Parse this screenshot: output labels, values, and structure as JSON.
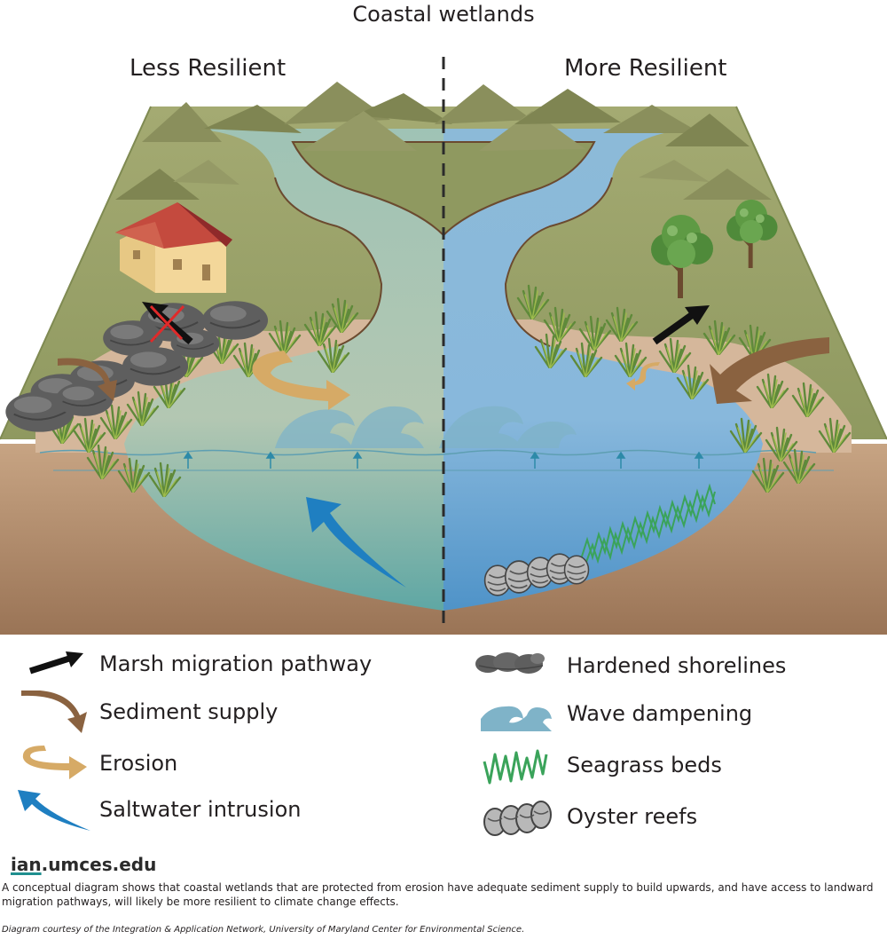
{
  "title": "Coastal wetlands",
  "panels": {
    "left_label": "Less Resilient",
    "right_label": "More Resilient"
  },
  "legend": [
    {
      "icon": "black-arrow-icon",
      "label": "Marsh migration pathway"
    },
    {
      "icon": "brown-curved-arrow-icon",
      "label": "Sediment supply"
    },
    {
      "icon": "tan-u-turn-arrow-icon",
      "label": "Erosion"
    },
    {
      "icon": "blue-curved-arrow-icon",
      "label": "Saltwater intrusion"
    },
    {
      "icon": "grey-rocks-icon",
      "label": "Hardened shorelines"
    },
    {
      "icon": "blue-wave-icon",
      "label": "Wave dampening"
    },
    {
      "icon": "green-seagrass-icon",
      "label": "Seagrass beds"
    },
    {
      "icon": "oyster-shell-icon",
      "label": "Oyster reefs"
    }
  ],
  "footer": {
    "logo_part1": "ian",
    "logo_part2": ".umces.edu",
    "caption": "A conceptual diagram shows that coastal wetlands that are protected from erosion have adequate sediment supply to build upwards, and have access to landward migration pathways, will likely be more resilient to climate change effects.",
    "credit": "Diagram courtesy of the Integration & Application Network, University of Maryland Center for Environmental Science."
  },
  "colors": {
    "land": "#8f9960",
    "mountain": "#8a8f5c",
    "soil": "#b08a66",
    "water_less": "#a9c2b3",
    "water_more": "#8fb9d8",
    "wave": "#7fb3c8",
    "seagrass": "#3aa35a",
    "saltwater_arrow": "#1f7fc1",
    "sediment_arrow": "#8a6240",
    "erosion_arrow": "#d6aa66",
    "rock": "#5e5e5e",
    "house_wall": "#f3d79a",
    "house_roof": "#b33a36"
  }
}
